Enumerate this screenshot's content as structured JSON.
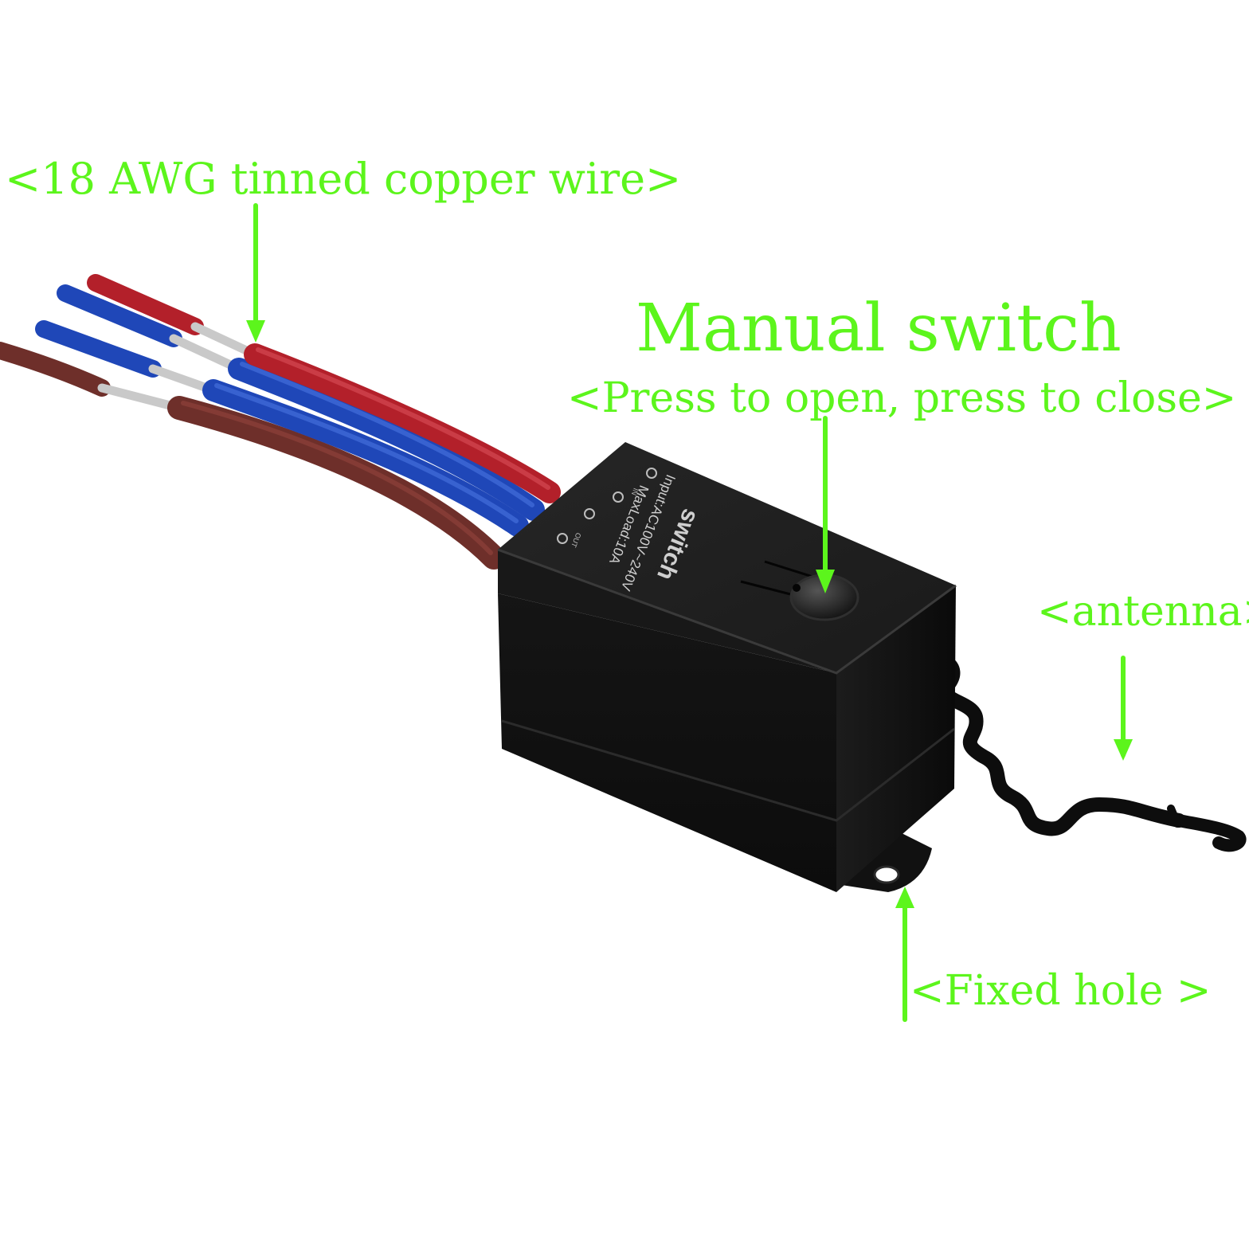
{
  "colors": {
    "callout": "#5cf51c",
    "background": "#ffffff",
    "wire_red": "#b3202a",
    "wire_blue": "#1f47b8",
    "wire_brown": "#6e2f2a",
    "housing": "#141414"
  },
  "callouts": {
    "wire": "<18 AWG tinned copper wire>",
    "switch_title": "Manual switch",
    "switch_subtitle": "<Press to open, press to close>",
    "antenna": "<antenna>",
    "fixed_hole": "<Fixed hole >"
  },
  "device_label": {
    "brand": "switch",
    "input": "Input:AC100V~240V",
    "max_load": "MaxLoad:10A",
    "terminal_in": "IN",
    "terminal_out": "OUT"
  }
}
